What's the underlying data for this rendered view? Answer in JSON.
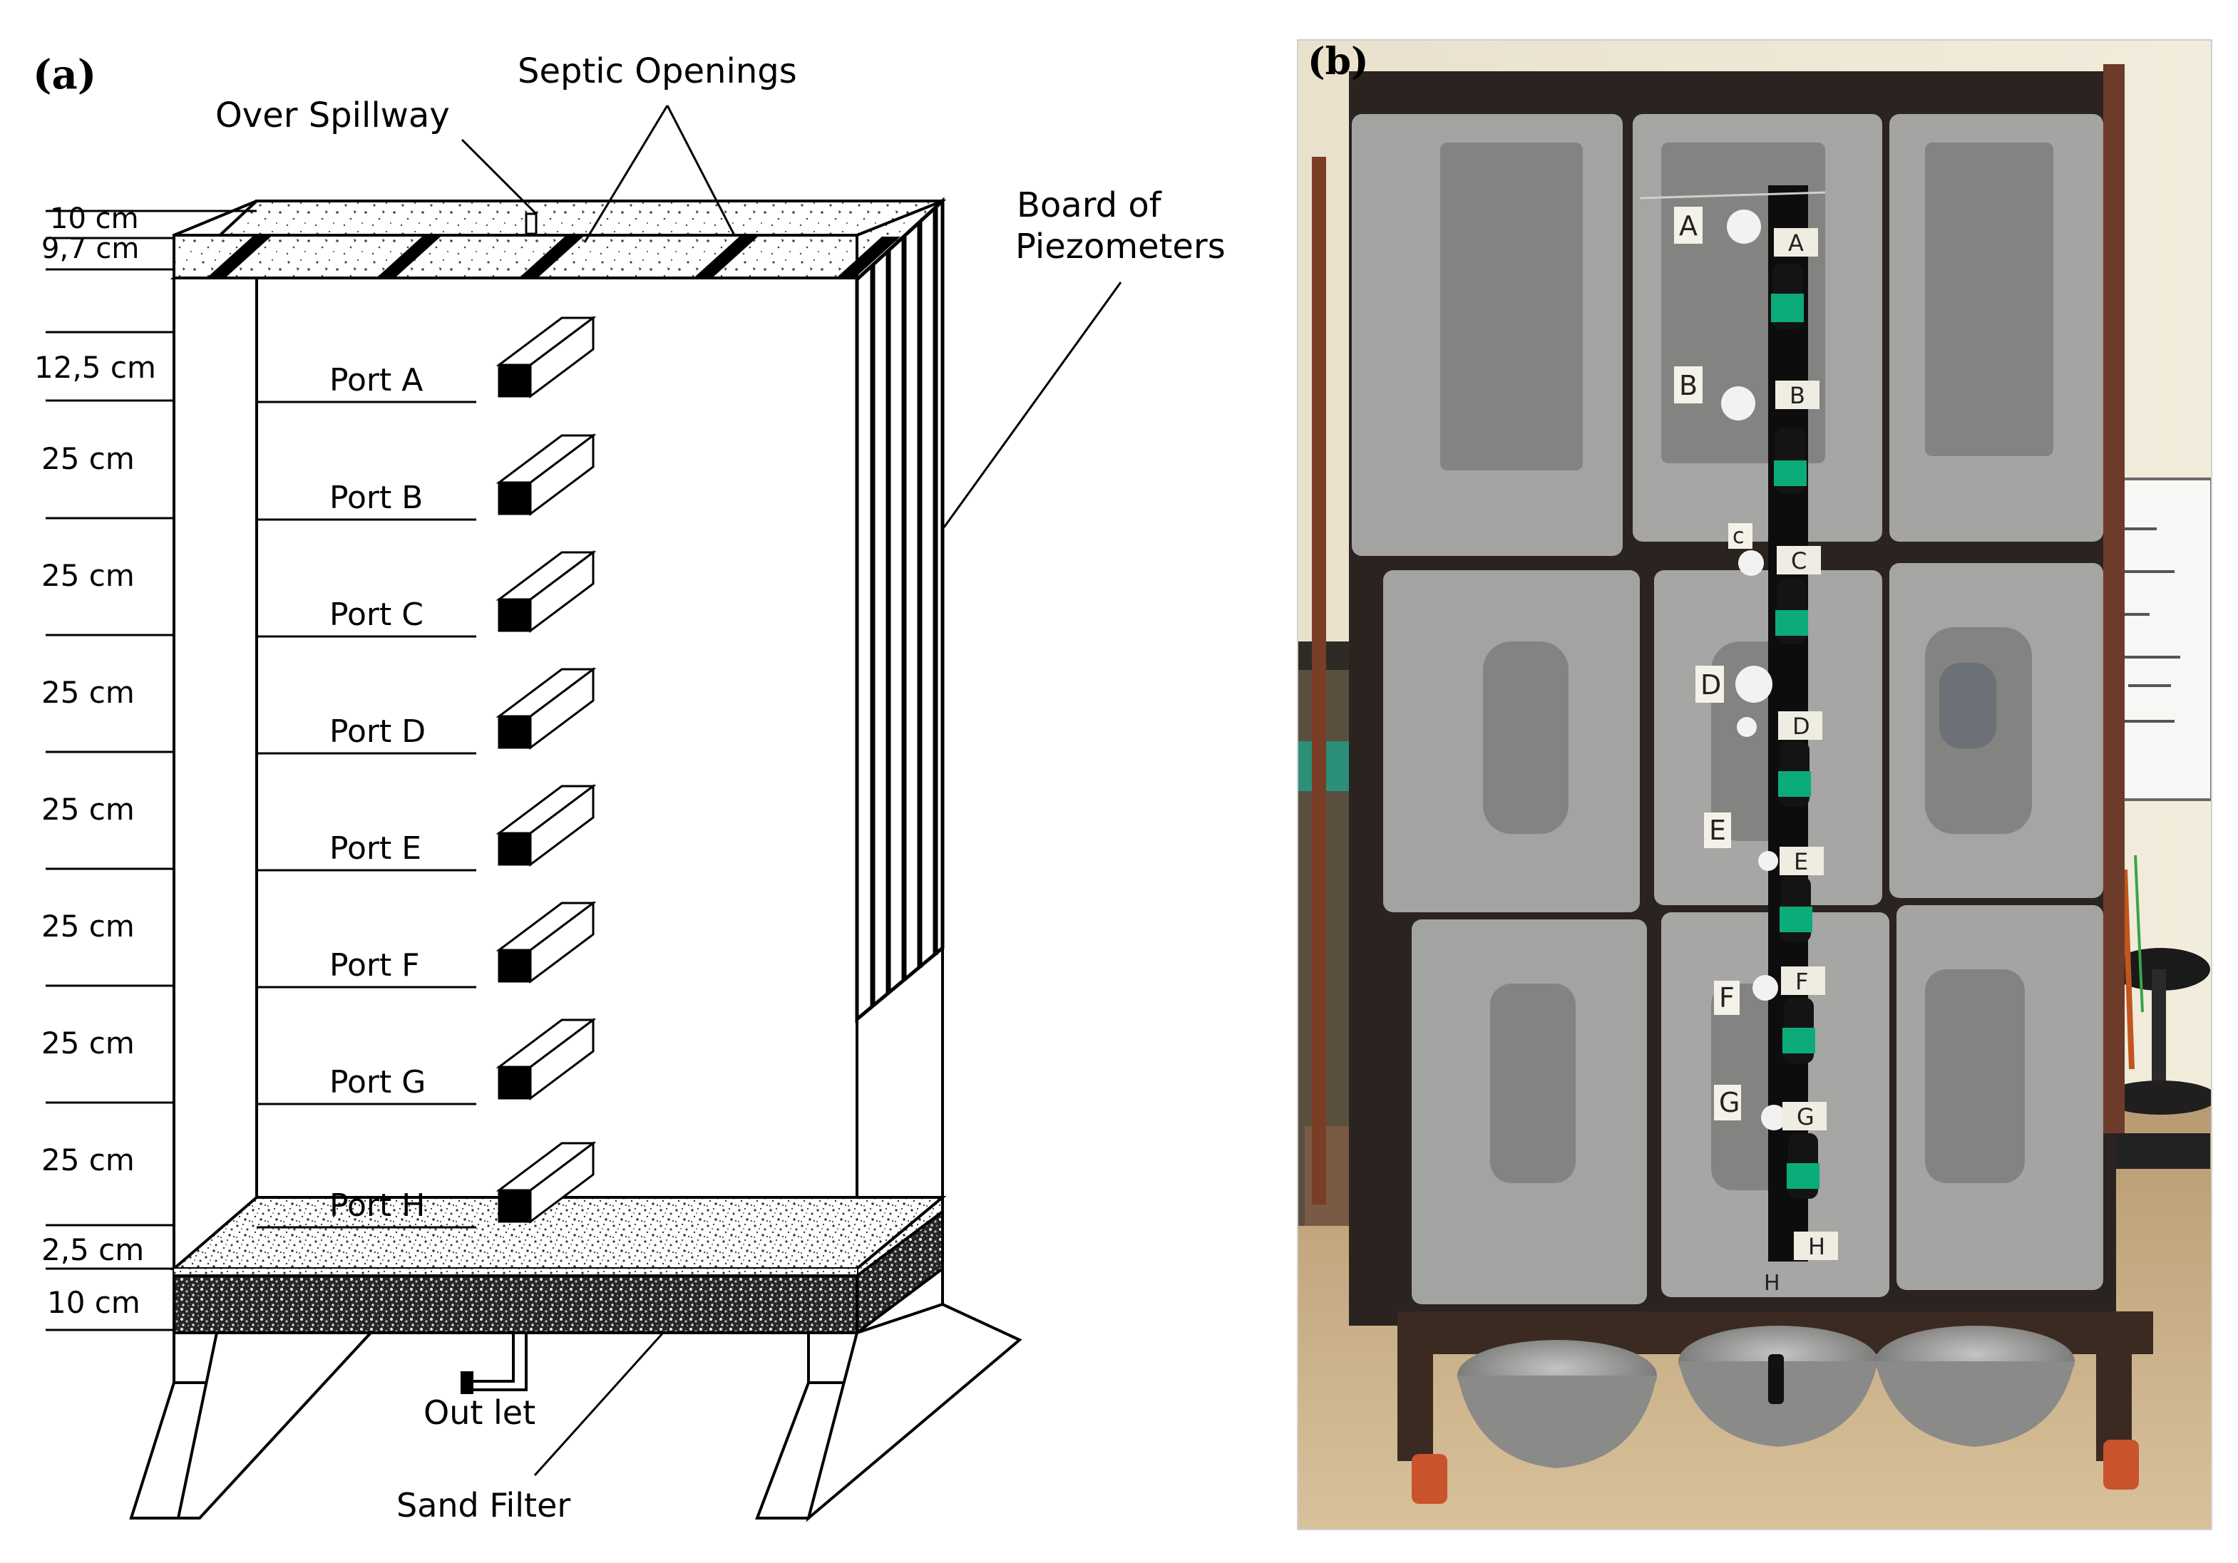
{
  "panel_a": {
    "label": "(a)",
    "callouts": {
      "septic_openings": "Septic Openings",
      "over_spillway": "Over Spillway",
      "board_line1": "Board of",
      "board_line2": "Piezometers",
      "outlet": "Out let",
      "sand_filter": "Sand Filter"
    },
    "top_dims": {
      "d1": "10 cm",
      "d2": "9,7 cm"
    },
    "dims": [
      "12,5 cm",
      "25 cm",
      "25 cm",
      "25 cm",
      "25 cm",
      "25 cm",
      "25 cm",
      "25 cm",
      "2,5 cm",
      "10 cm"
    ],
    "ports": [
      "Port A",
      "Port B",
      "Port C",
      "Port D",
      "Port E",
      "Port F",
      "Port G",
      "Port H"
    ]
  },
  "panel_b": {
    "label": "(b)",
    "side_tags": [
      "A",
      "B",
      "c",
      "D",
      "E",
      "F",
      "G"
    ],
    "strip_tags": [
      "A",
      "B",
      "C",
      "D",
      "E",
      "F",
      "G",
      "H"
    ],
    "bottom_tag": "H"
  },
  "colors": {
    "ink": "#000000",
    "cement": "#9c9c9a",
    "window": "#828280",
    "strip": "#0d0d0d",
    "cap_green": "#0bab7a",
    "wall": "#e8dfc9",
    "floor": "#c6ac83",
    "frame_rust": "#4a3026",
    "wheel": "#c9532b"
  }
}
